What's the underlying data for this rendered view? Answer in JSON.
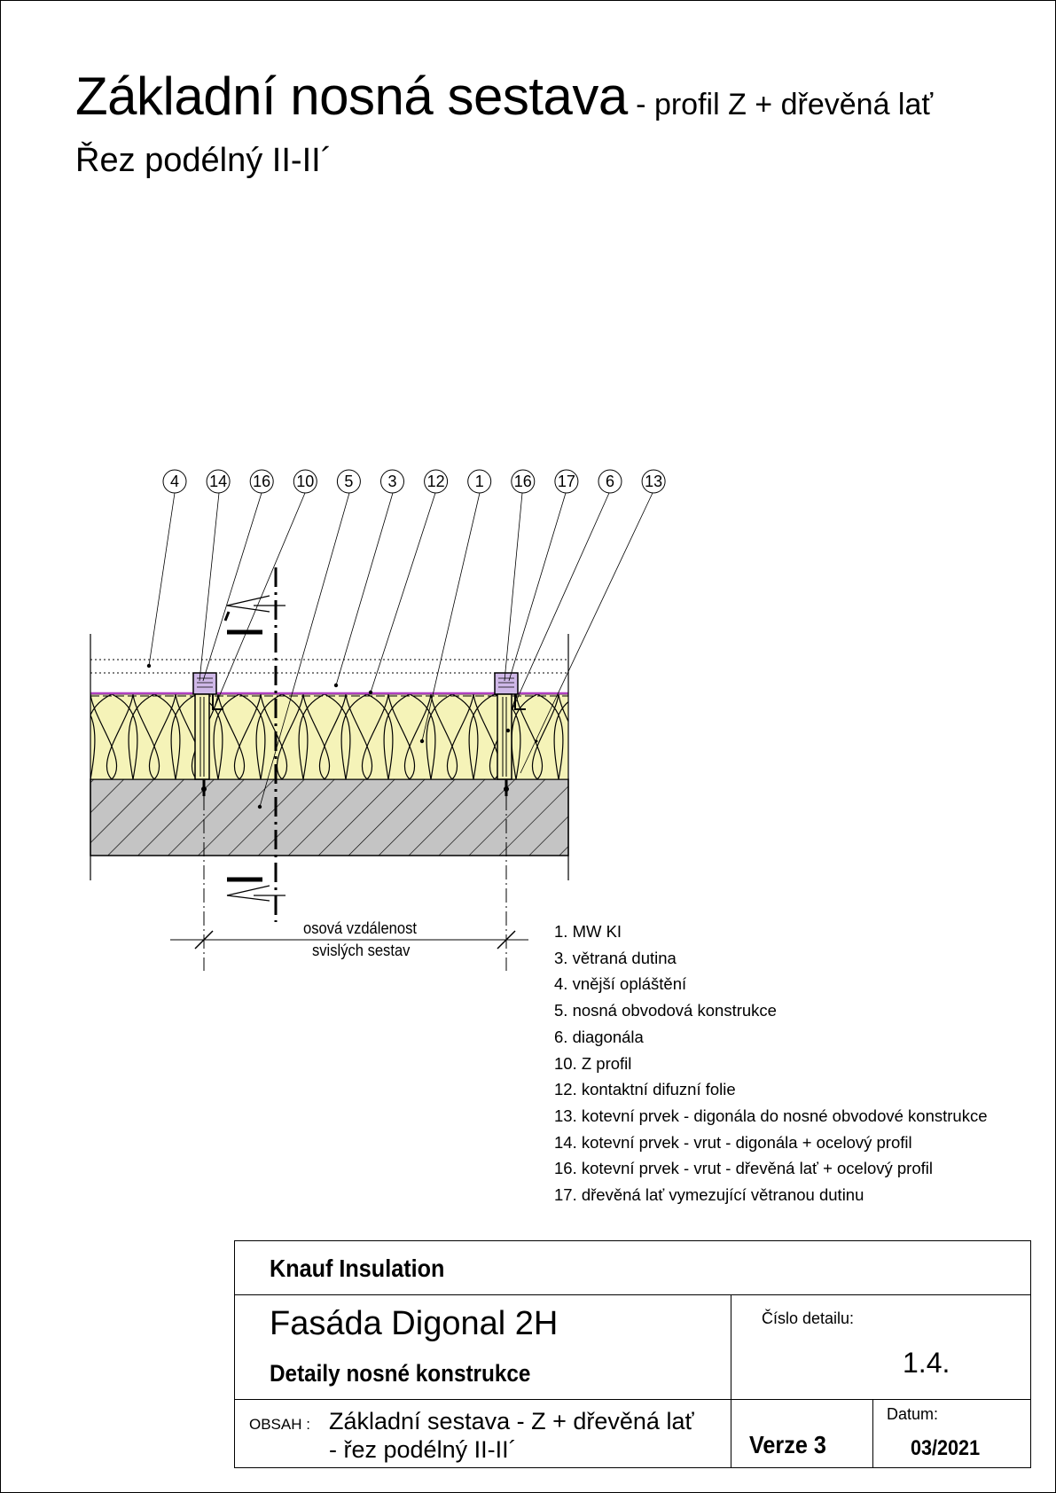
{
  "header": {
    "title": "Základní nosná sestava",
    "title_suffix": " - profil Z + dřevěná lať",
    "subtitle": "Řez podélný II-II´"
  },
  "drawing": {
    "callouts": [
      "4",
      "14",
      "16",
      "10",
      "5",
      "3",
      "12",
      "1",
      "16",
      "17",
      "6",
      "13"
    ],
    "dimension_label_line1": "osová vzdálenost",
    "dimension_label_line2": "svislých sestav",
    "colors": {
      "insulation": "#f5f3b8",
      "masonry_fill": "#c4c4c4",
      "membrane": "#b040c0",
      "batten": "#cfb8e8"
    }
  },
  "legend": [
    "1.  MW KI",
    "3.  větraná dutina",
    "4.  vnější opláštění",
    "5.  nosná obvodová konstrukce",
    "6.  diagonála",
    "10. Z profil",
    "12. kontaktní difuzní folie",
    "13. kotevní prvek - digonála do nosné obvodové konstrukce",
    "14. kotevní prvek - vrut - digonála + ocelový profil",
    "16. kotevní prvek - vrut - dřevěná lať + ocelový profil",
    "17. dřevěná lať vymezující větranou dutinu"
  ],
  "title_block": {
    "company": "Knauf Insulation",
    "project": "Fasáda Digonal 2H",
    "section": "Detaily nosné konstrukce",
    "detail_number_label": "Číslo detailu:",
    "detail_number": "1.4.",
    "content_label": "OBSAH :",
    "content_line1": "Základní sestava -  Z + dřevěná lať",
    "content_line2": "- řez podélný II-II´",
    "version": "Verze 3",
    "date_label": "Datum:",
    "date": "03/2021"
  }
}
